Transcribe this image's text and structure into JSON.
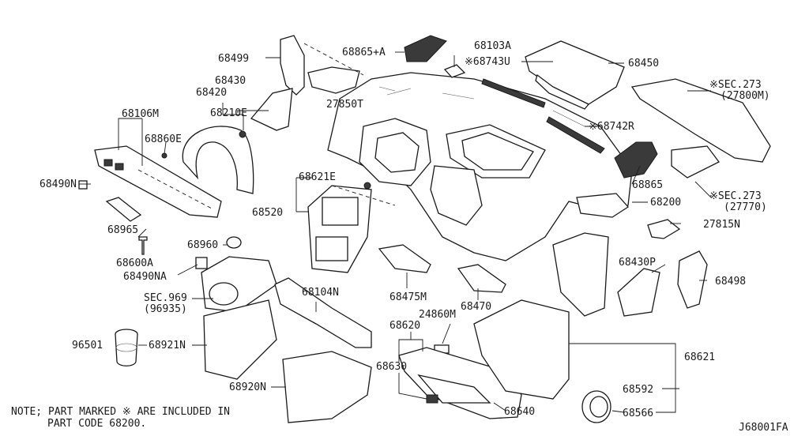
{
  "labels": {
    "p68499": "68499",
    "p68865a": "68865+A",
    "p68103a": "68103A",
    "p68743u": "※68743U",
    "p68450": "68450",
    "p68430": "68430",
    "p68420": "68420",
    "p68210e": "68210E",
    "p27850t": "27850T",
    "p68106m": "68106M",
    "p68860e": "68860E",
    "p68490n": "68490N",
    "p68965": "68965",
    "p68600a": "68600A",
    "p68490na": "68490NA",
    "p68960": "68960",
    "p68621e": "68621E",
    "p68520": "68520",
    "p68742r": "※68742R",
    "p68865": "68865",
    "p68200": "68200",
    "p27815n": "27815N",
    "psec273a": "※SEC.273",
    "psec273a_sub": "(27800M)",
    "psec273b": "※SEC.273",
    "psec273b_sub": "(27770)",
    "psec969": "SEC.969",
    "psec969_sub": "(96935)",
    "p68104n": "68104N",
    "p68475m": "68475M",
    "p68470": "68470",
    "p68430p": "68430P",
    "p68498": "68498",
    "p96501": "96501",
    "p68921n": "68921N",
    "p68620": "68620",
    "p24860m": "24860M",
    "p68630": "68630",
    "p68640": "68640",
    "p68920n": "68920N",
    "p68621": "68621",
    "p68592": "68592",
    "p68566": "68566"
  },
  "note": {
    "line1": "NOTE; PART MARKED ※ ARE INCLUDED IN",
    "line2": "PART CODE 68200."
  },
  "diagram_code": "J68001FA"
}
